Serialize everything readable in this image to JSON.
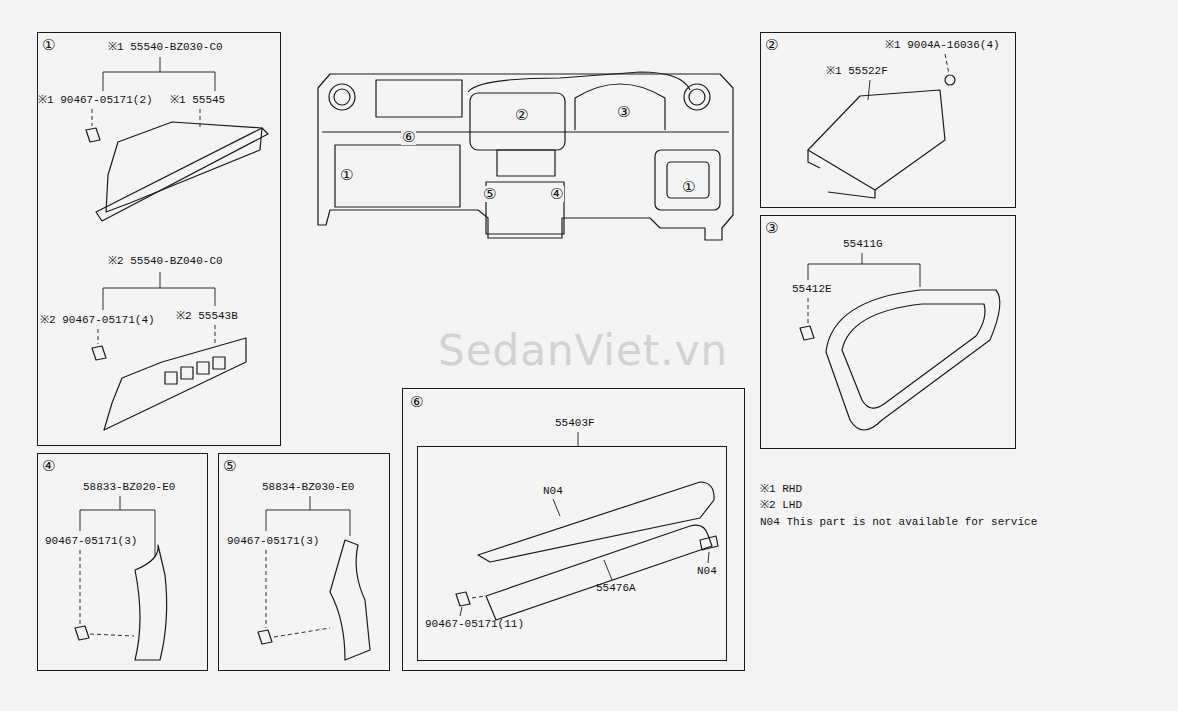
{
  "diagram": {
    "nodes": [
      {
        "text": [
          "①",
          "※1 55540-BZ030-C0",
          "※1 90467-05171(2)",
          "※1 55545",
          "※2 55540-BZ040-C0",
          "※2 90467-05171(4)",
          "※2 55543B"
        ]
      },
      {
        "text": [
          "②",
          "※1 9004A-16036(4)",
          "※1 55522F"
        ]
      },
      {
        "text": [
          "③",
          "55411G",
          "55412E"
        ]
      },
      {
        "text": [
          "④",
          "58833-BZ020-E0",
          "90467-05171(3)"
        ]
      },
      {
        "text": [
          "⑤",
          "58834-BZ030-E0",
          "90467-05171(3)"
        ]
      },
      {
        "text": [
          "⑥",
          "55403F"
        ]
      },
      {
        "text": [
          "N04",
          "55476A",
          "N04",
          "90467-05171(11)"
        ],
        "in": 5
      }
    ],
    "labels": [
      "①",
      "②",
      "③",
      "⑥",
      "⑤",
      "④",
      "①",
      "※1 RHD",
      "※2 LHD",
      "N04 This part is not available for service",
      "SedanViet.vn"
    ]
  }
}
